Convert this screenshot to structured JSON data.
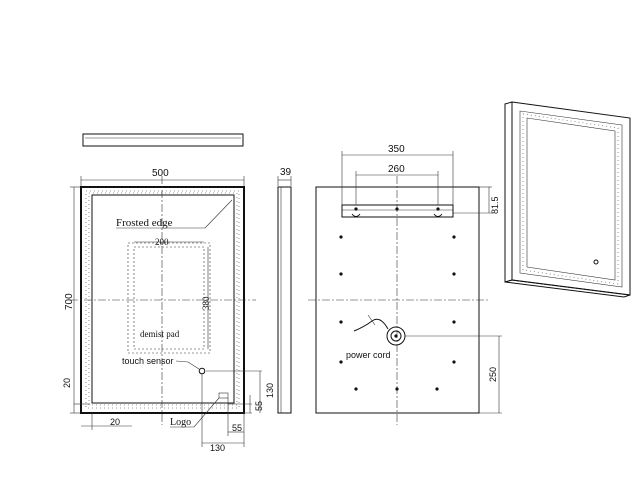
{
  "front_view": {
    "dim_width": "500",
    "dim_height": "700",
    "frosted_edge_label": "Frosted edge",
    "demist_width": "200",
    "demist_height": "380",
    "demist_label": "demist pad",
    "touch_sensor_label": "touch sensor",
    "logo_label": "Logo",
    "dim_left_offset": "20",
    "dim_bottom_offset": "20",
    "dim_logo_55_h": "55",
    "dim_logo_130_v": "130",
    "dim_logo_55_v": "55",
    "dim_logo_130_h": "130"
  },
  "side_view": {
    "dim_depth": "39"
  },
  "back_view": {
    "dim_bracket_outer": "350",
    "dim_bracket_inner": "260",
    "dim_bracket_offset": "81.5",
    "power_cord_label": "power cord",
    "dim_power_cord_height": "250"
  }
}
